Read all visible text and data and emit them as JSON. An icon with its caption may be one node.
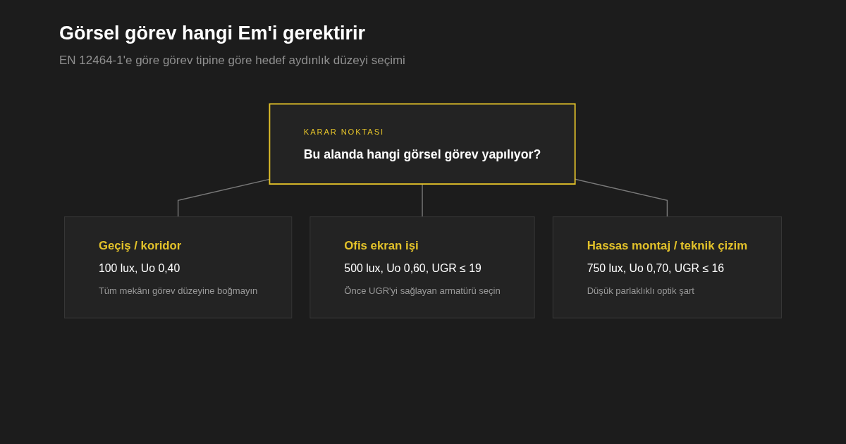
{
  "diagram": {
    "title": "Görsel görev hangi Em'i gerektirir",
    "nodes": [
      {
        "text": [
          "KARAR NOKTASI",
          "Bu alanda hangi görsel görev yapılıyor?"
        ]
      },
      {
        "text": [
          "Geçiş / koridor",
          "100 lux, Uo 0,40",
          "Tüm mekânı görev düzeyine boğmayın"
        ]
      },
      {
        "text": [
          "Ofis ekran işi",
          "500 lux, Uo 0,60, UGR ≤ 19",
          "Önce UGR'yi sağlayan armatürü seçin"
        ]
      },
      {
        "text": [
          "Hassas montaj / teknik çizim",
          "750 lux, Uo 0,70, UGR ≤ 16",
          "Düşük parlaklıklı optik şart"
        ]
      }
    ],
    "edges": [
      {
        "from": 0,
        "to": 1,
        "arrow": "none"
      },
      {
        "from": 0,
        "to": 2,
        "arrow": "none"
      },
      {
        "from": 0,
        "to": 3,
        "arrow": "none"
      }
    ],
    "labels": [
      "EN 12464-1'e göre görev tipine göre hedef aydınlık düzeyi seçimi"
    ]
  }
}
